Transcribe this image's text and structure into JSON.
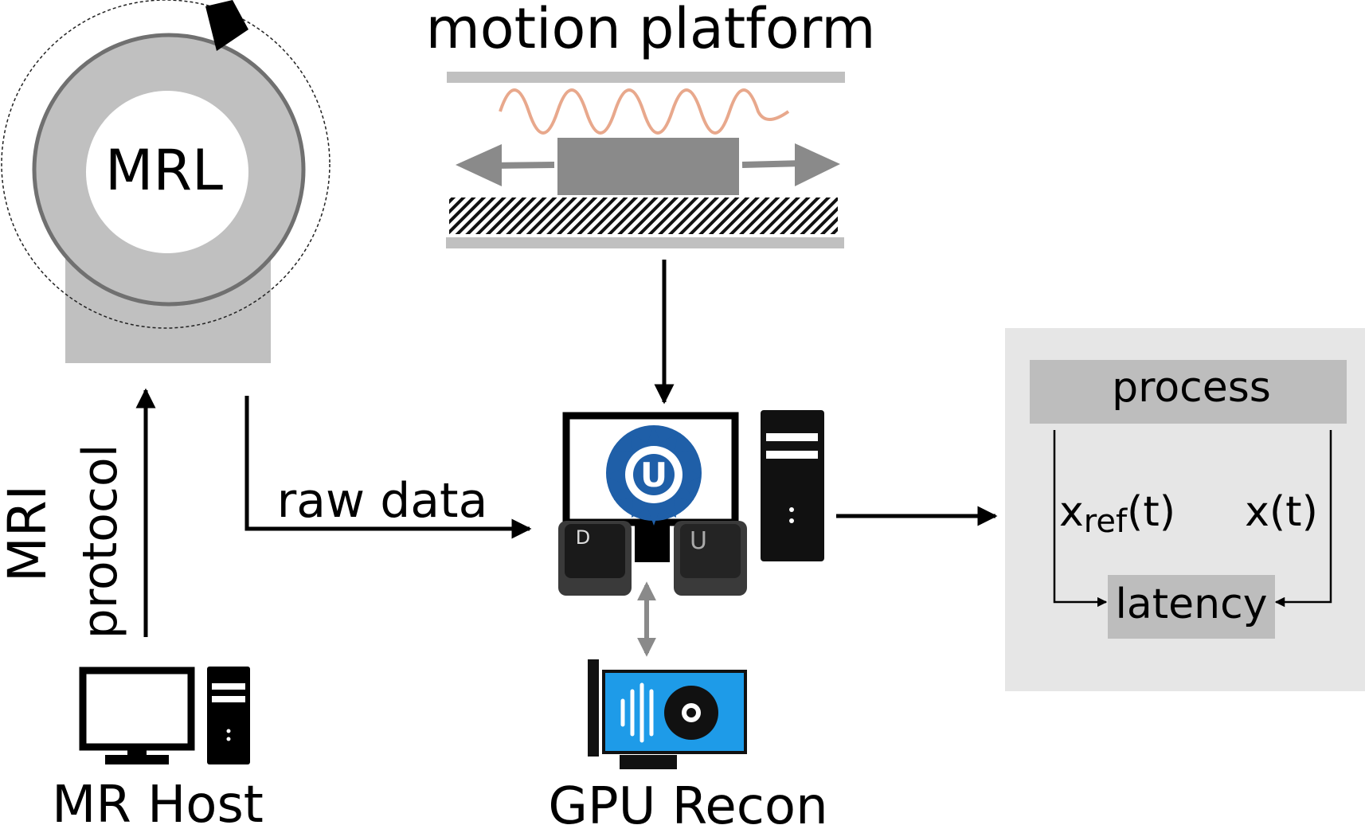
{
  "labels": {
    "mrl": "MRL",
    "motion_platform": "motion platform",
    "mri": "MRI",
    "protocol": "protocol",
    "raw_data": "raw data",
    "mr_host": "MR Host",
    "gpu_recon": "GPU Recon",
    "process": "process",
    "x_ref_base": "x",
    "x_ref_sub": "ref",
    "x_ref_tail": "(t)",
    "x_t": "x(t)",
    "latency": "latency",
    "logo_letter": "U",
    "key_d": "D",
    "key_u": "U"
  },
  "colors": {
    "gray_light": "#c0c0c0",
    "gray_mid": "#8a8a8a",
    "gray_dark": "#707070",
    "panel_bg": "#e6e6e6",
    "box_gray": "#bdbdbd",
    "wave": "#e8a88c",
    "logo_blue": "#1f5fa8",
    "gpu_blue": "#1e9be8"
  },
  "icons": [
    "mr-host-computer-icon",
    "gpu-card-icon",
    "recon-workstation-icon",
    "keycap-d-icon",
    "keycap-u-icon",
    "university-logo-icon"
  ]
}
